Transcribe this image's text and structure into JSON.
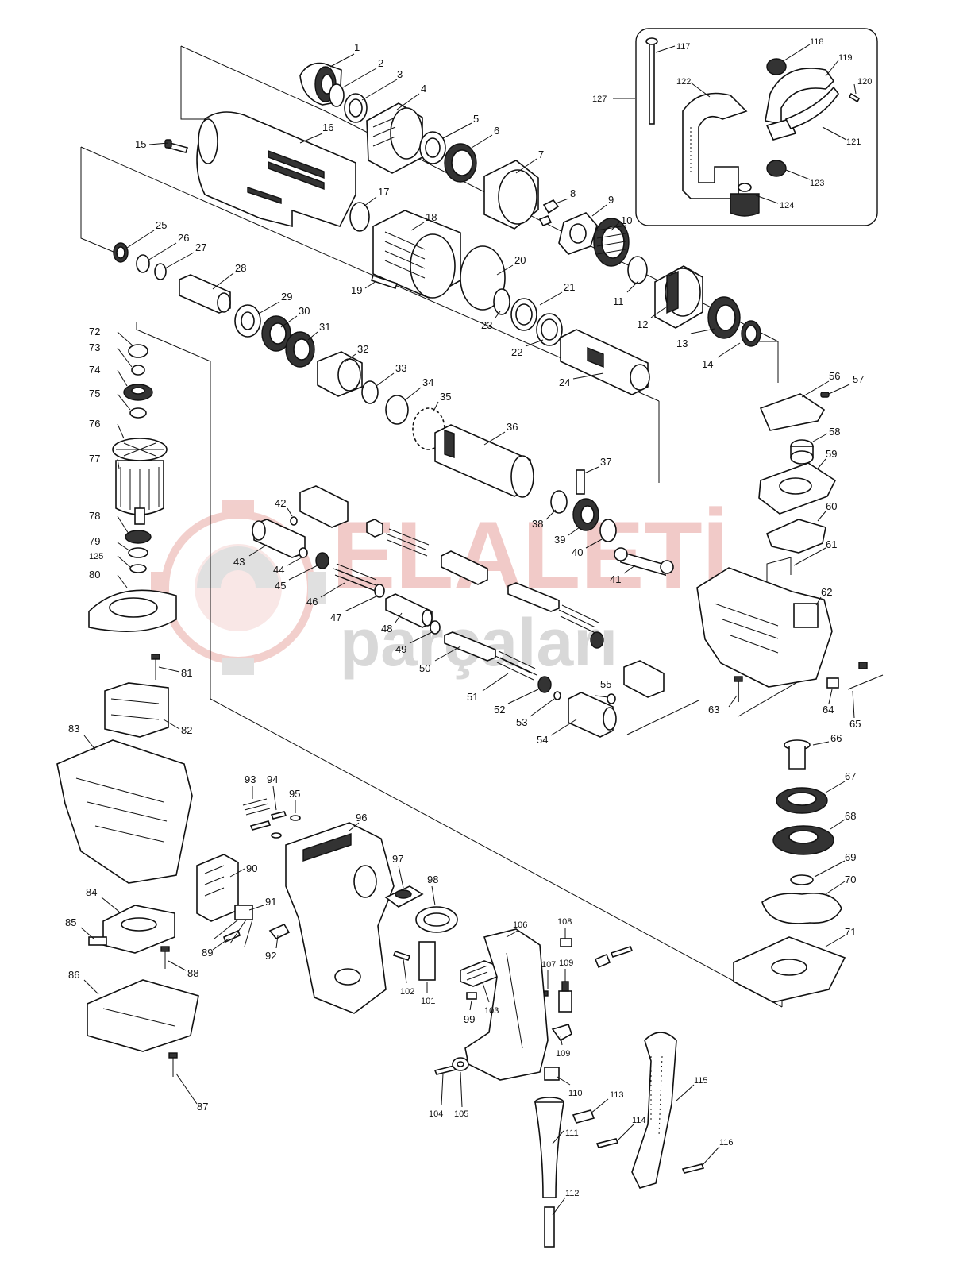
{
  "watermark": {
    "line1": "ELALETİ",
    "line2": "parçaları",
    "color_primary": "#e8a8a4",
    "color_secondary": "#c8c8c8"
  },
  "inset_label": "127",
  "part_numbers": [
    "1",
    "2",
    "3",
    "4",
    "5",
    "6",
    "7",
    "8",
    "9",
    "10",
    "11",
    "12",
    "13",
    "14",
    "15",
    "16",
    "17",
    "18",
    "19",
    "20",
    "21",
    "22",
    "23",
    "24",
    "25",
    "26",
    "27",
    "28",
    "29",
    "30",
    "31",
    "32",
    "33",
    "34",
    "35",
    "36",
    "37",
    "38",
    "39",
    "40",
    "41",
    "42",
    "43",
    "44",
    "45",
    "46",
    "47",
    "48",
    "49",
    "50",
    "51",
    "52",
    "53",
    "54",
    "55",
    "56",
    "57",
    "58",
    "59",
    "60",
    "61",
    "62",
    "63",
    "64",
    "65",
    "66",
    "67",
    "68",
    "69",
    "70",
    "71",
    "72",
    "73",
    "74",
    "75",
    "76",
    "77",
    "78",
    "79",
    "125",
    "80",
    "81",
    "82",
    "83",
    "84",
    "85",
    "86",
    "87",
    "88",
    "89",
    "90",
    "91",
    "92",
    "93",
    "94",
    "95",
    "96",
    "97",
    "98",
    "99",
    "101",
    "102",
    "103",
    "104",
    "105",
    "106",
    "107",
    "108",
    "109",
    "109",
    "110",
    "111",
    "112",
    "113",
    "114",
    "115",
    "116",
    "117",
    "118",
    "119",
    "120",
    "121",
    "122",
    "123",
    "124"
  ]
}
